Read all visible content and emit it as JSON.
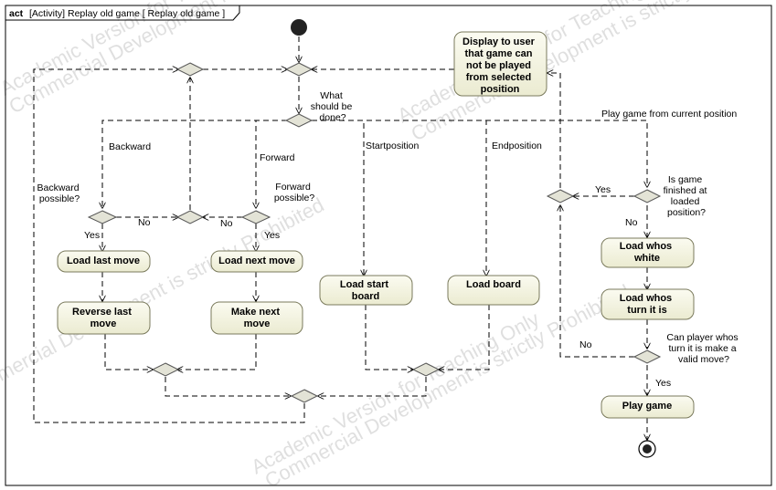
{
  "frame": {
    "keyword": "act",
    "title": "[Activity] Replay old game [ Replay old game ]"
  },
  "actions": {
    "display_user": [
      "Display to user",
      "that game can",
      "not be played",
      "from selected",
      "position"
    ],
    "load_last_move": [
      "Load last move"
    ],
    "reverse_last_move": [
      "Reverse last",
      "move"
    ],
    "load_next_move": [
      "Load next move"
    ],
    "make_next_move": [
      "Make next",
      "move"
    ],
    "load_start_board": [
      "Load start",
      "board"
    ],
    "load_board": [
      "Load board"
    ],
    "load_whos_white": [
      "Load whos",
      "white"
    ],
    "load_whos_turn": [
      "Load whos",
      "turn it is"
    ],
    "play_game": [
      "Play game"
    ]
  },
  "labels": {
    "what_done": [
      "What",
      "should be",
      "done?"
    ],
    "play_from_current": "Play game from current position",
    "backward": "Backward",
    "forward": "Forward",
    "startposition": "Startposition",
    "endposition": "Endposition",
    "backward_possible": [
      "Backward",
      "possible?"
    ],
    "forward_possible": [
      "Forward",
      "possible?"
    ],
    "no_left": "No",
    "no_mid": "No",
    "yes_left": "Yes",
    "yes_mid": "Yes",
    "yes_finished": "Yes",
    "no_finished": "No",
    "is_game_finished": [
      "Is game",
      "finished at",
      "loaded",
      "position?"
    ],
    "no_valid": "No",
    "can_player": [
      "Can player whos",
      "turn it is make a",
      "valid move?"
    ],
    "yes_valid": "Yes"
  },
  "watermark": {
    "line1": "Academic Version for Teaching Only",
    "line2": "Commercial Development is strictly Prohibited"
  }
}
